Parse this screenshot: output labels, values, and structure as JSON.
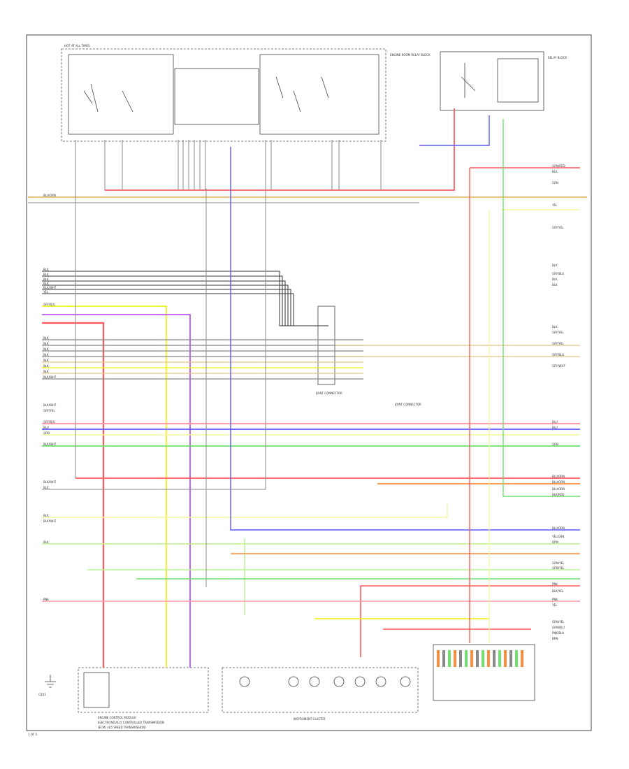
{
  "diagram": {
    "fuse_box_label": "HOT AT ALL TIMES",
    "relay_block_label": "ENGINE ROOM RELAY BLOCK",
    "relay_box_right_label": "RELAY BLOCK",
    "ground_label": "G101",
    "ecm_label": "ENGINE CONTROL MODULE",
    "ecm_sub_label": "ELECTRONICALLY CONTROLLED TRANSMISSION",
    "ecm_sub_label2": "(ECM) (4/5 SPEED TRANSMISSION)",
    "instrument_cluster_label": "INSTRUMENT CLUSTER",
    "junction_label_1": "JOINT CONNECTOR",
    "junction_label_2": "JOINT CONNECTOR",
    "bottom_left_corner": "1 OF 5",
    "left_wire_labels": [
      "BLU/ORN",
      "BLK",
      "BLK",
      "BLK",
      "BLK",
      "BLK/WHT",
      "YEL",
      "GRY/BLU",
      "BLK",
      "BLK",
      "BLK",
      "BLK",
      "BLK",
      "BLK",
      "BLK",
      "BLK/WHT",
      "BLK/WHT",
      "GRY/YEL",
      "GRY/BLU",
      "BLU",
      "GRN",
      "BLK/WHT",
      "BLK/WHT",
      "BLK",
      "BLK",
      "BLK/WHT",
      "BLK",
      "PNK"
    ],
    "right_wire_labels": [
      "GRN/RED",
      "BLK",
      "GRN",
      "YEL",
      "GRY/YEL",
      "BLK",
      "GRY/BLU",
      "BLK",
      "BLK",
      "BLK",
      "GRY/YEL",
      "GRY/YEL",
      "GRY/BLU",
      "GRY/WHT",
      "BLU",
      "BLU",
      "GRN",
      "BLU/ORN",
      "BLU/ORN",
      "BLU/ORN",
      "BLK/RED",
      "BLU/ORN",
      "YEL/GRN",
      "ORN",
      "GRN/YEL",
      "GRN/YEL",
      "PNK",
      "BLK/YEL",
      "PNK",
      "YEL",
      "GRN/YEL",
      "GRN/BLU",
      "PNK/BLU",
      "BRN"
    ],
    "colors": {
      "red": "#ff5a5a",
      "pink": "#ff9aa8",
      "yellow": "#f0f000",
      "lightyellow": "#f5f5a0",
      "blue": "#5a5aff",
      "green": "#6ee06e",
      "lightgreen": "#b8f08a",
      "orange": "#ff8c3c",
      "tan": "#e8c48a",
      "purple": "#b040ff",
      "gray": "#888888",
      "black": "#333333"
    }
  }
}
